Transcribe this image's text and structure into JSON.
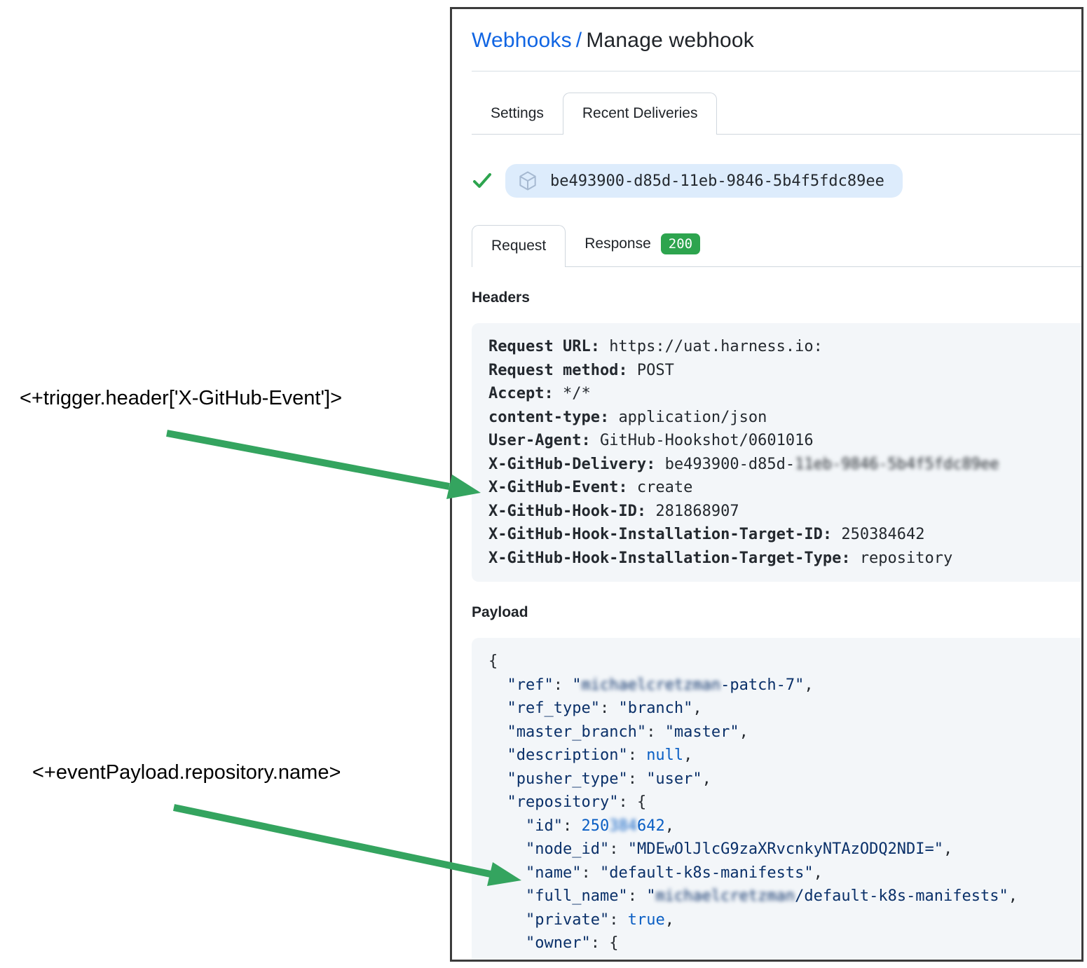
{
  "colors": {
    "accent_blue": "#1065e3",
    "arrow_green": "#34a45f",
    "badge_green": "#2da44e",
    "check_green": "#2da44e",
    "pill_bg": "#ddecfc",
    "code_bg": "#f3f6f9",
    "json_navy": "#0a3069",
    "json_blue": "#0b5fc4"
  },
  "breadcrumb": {
    "link": "Webhooks",
    "separator": "/",
    "current": "Manage webhook"
  },
  "tabs": {
    "settings": "Settings",
    "recent_deliveries": "Recent Deliveries"
  },
  "delivery": {
    "id": "be493900-d85d-11eb-9846-5b4f5fdc89ee",
    "status": "success",
    "icon": "package-icon"
  },
  "subtabs": {
    "request": "Request",
    "response": "Response",
    "response_status": "200"
  },
  "headers": {
    "title": "Headers",
    "entries": [
      {
        "name": "Request URL",
        "value": "https://uat.harness.io:"
      },
      {
        "name": "Request method",
        "value": "POST"
      },
      {
        "name": "Accept",
        "value": "*/*"
      },
      {
        "name": "content-type",
        "value": "application/json"
      },
      {
        "name": "User-Agent",
        "value": "GitHub-Hookshot/0601016"
      },
      {
        "name": "X-GitHub-Delivery",
        "value": "be493900-d85d-",
        "redacted": "11eb-9846-5b4f5fdc89ee"
      },
      {
        "name": "X-GitHub-Event",
        "value": "create"
      },
      {
        "name": "X-GitHub-Hook-ID",
        "value": "281868907"
      },
      {
        "name": "X-GitHub-Hook-Installation-Target-ID",
        "value": "250384642"
      },
      {
        "name": "X-GitHub-Hook-Installation-Target-Type",
        "value": "repository"
      }
    ]
  },
  "payload": {
    "title": "Payload",
    "lines": [
      [
        {
          "t": "{",
          "c": "p"
        }
      ],
      [
        {
          "t": "  ",
          "c": "p"
        },
        {
          "t": "\"ref\"",
          "c": "k"
        },
        {
          "t": ": ",
          "c": "p"
        },
        {
          "t": "\"",
          "c": "s"
        },
        {
          "t": "michaelcretzman",
          "c": "s",
          "blur": true
        },
        {
          "t": "-patch-7\"",
          "c": "s"
        },
        {
          "t": ",",
          "c": "p"
        }
      ],
      [
        {
          "t": "  ",
          "c": "p"
        },
        {
          "t": "\"ref_type\"",
          "c": "k"
        },
        {
          "t": ": ",
          "c": "p"
        },
        {
          "t": "\"branch\"",
          "c": "s"
        },
        {
          "t": ",",
          "c": "p"
        }
      ],
      [
        {
          "t": "  ",
          "c": "p"
        },
        {
          "t": "\"master_branch\"",
          "c": "k"
        },
        {
          "t": ": ",
          "c": "p"
        },
        {
          "t": "\"master\"",
          "c": "s"
        },
        {
          "t": ",",
          "c": "p"
        }
      ],
      [
        {
          "t": "  ",
          "c": "p"
        },
        {
          "t": "\"description\"",
          "c": "k"
        },
        {
          "t": ": ",
          "c": "p"
        },
        {
          "t": "null",
          "c": "b"
        },
        {
          "t": ",",
          "c": "p"
        }
      ],
      [
        {
          "t": "  ",
          "c": "p"
        },
        {
          "t": "\"pusher_type\"",
          "c": "k"
        },
        {
          "t": ": ",
          "c": "p"
        },
        {
          "t": "\"user\"",
          "c": "s"
        },
        {
          "t": ",",
          "c": "p"
        }
      ],
      [
        {
          "t": "  ",
          "c": "p"
        },
        {
          "t": "\"repository\"",
          "c": "k"
        },
        {
          "t": ": {",
          "c": "p"
        }
      ],
      [
        {
          "t": "    ",
          "c": "p"
        },
        {
          "t": "\"id\"",
          "c": "k"
        },
        {
          "t": ": ",
          "c": "p"
        },
        {
          "t": "250",
          "c": "n"
        },
        {
          "t": "384",
          "c": "n",
          "blur": true
        },
        {
          "t": "642",
          "c": "n"
        },
        {
          "t": ",",
          "c": "p"
        }
      ],
      [
        {
          "t": "    ",
          "c": "p"
        },
        {
          "t": "\"node_id\"",
          "c": "k"
        },
        {
          "t": ": ",
          "c": "p"
        },
        {
          "t": "\"MDEwOlJlcG9zaXRvcnkyNTAzODQ2NDI=\"",
          "c": "s"
        },
        {
          "t": ",",
          "c": "p"
        }
      ],
      [
        {
          "t": "    ",
          "c": "p"
        },
        {
          "t": "\"name\"",
          "c": "k"
        },
        {
          "t": ": ",
          "c": "p"
        },
        {
          "t": "\"default-k8s-manifests\"",
          "c": "s"
        },
        {
          "t": ",",
          "c": "p"
        }
      ],
      [
        {
          "t": "    ",
          "c": "p"
        },
        {
          "t": "\"full_name\"",
          "c": "k"
        },
        {
          "t": ": ",
          "c": "p"
        },
        {
          "t": "\"",
          "c": "s"
        },
        {
          "t": "michaelcretzman",
          "c": "s",
          "blur": true
        },
        {
          "t": "/default-k8s-manifests\"",
          "c": "s"
        },
        {
          "t": ",",
          "c": "p"
        }
      ],
      [
        {
          "t": "    ",
          "c": "p"
        },
        {
          "t": "\"private\"",
          "c": "k"
        },
        {
          "t": ": ",
          "c": "p"
        },
        {
          "t": "true",
          "c": "b"
        },
        {
          "t": ",",
          "c": "p"
        }
      ],
      [
        {
          "t": "    ",
          "c": "p"
        },
        {
          "t": "\"owner\"",
          "c": "k"
        },
        {
          "t": ": {",
          "c": "p"
        }
      ]
    ]
  },
  "annotations": {
    "trigger_header": {
      "text": "<+trigger.header['X-GitHub-Event']>"
    },
    "event_payload": {
      "text": "<+eventPayload.repository.name>"
    }
  }
}
